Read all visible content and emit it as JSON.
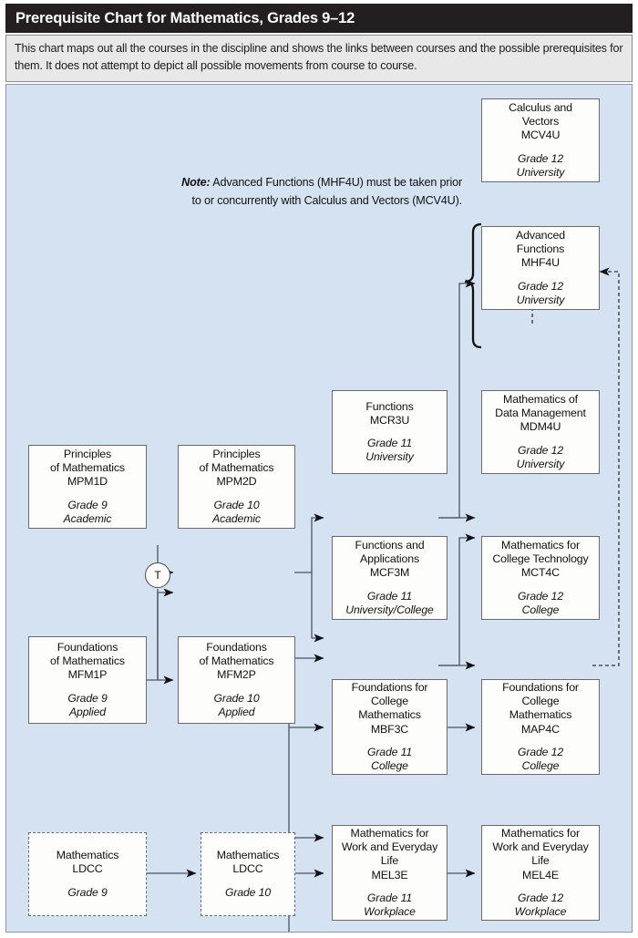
{
  "header": {
    "title": "Prerequisite Chart for Mathematics, Grades 9–12",
    "description": "This chart maps out all the courses in the discipline and shows the links between courses and the possible prerequisites for them. It does not attempt to depict all possible movements from course to course."
  },
  "note": {
    "label": "Note:",
    "text": " Advanced Functions (MHF4U) must be taken prior to or concurrently with Calculus and Vectors (MCV4U)."
  },
  "transfer_node": {
    "label": "T"
  },
  "colors": {
    "canvas_background": "#d4e2f2",
    "title_background": "#231f20",
    "title_text": "#ffffff",
    "intro_background": "#e8e8e8",
    "box_fill": "#fdfdfb",
    "box_border": "#6a6a6a",
    "wire": "#4a5560"
  },
  "courses": [
    {
      "id": "MCV4U",
      "name": "Calculus and\nVectors\nMCV4U",
      "grade": "Grade 12",
      "stream": "University",
      "style": "solid"
    },
    {
      "id": "MHF4U",
      "name": "Advanced\nFunctions\nMHF4U",
      "grade": "Grade 12",
      "stream": "University",
      "style": "solid"
    },
    {
      "id": "MCR3U",
      "name": "Functions\nMCR3U",
      "grade": "Grade 11",
      "stream": "University",
      "style": "solid"
    },
    {
      "id": "MDM4U",
      "name": "Mathematics of\nData Management\nMDM4U",
      "grade": "Grade 12",
      "stream": "University",
      "style": "solid"
    },
    {
      "id": "MPM1D",
      "name": "Principles\nof Mathematics\nMPM1D",
      "grade": "Grade 9",
      "stream": "Academic",
      "style": "solid"
    },
    {
      "id": "MPM2D",
      "name": "Principles\nof Mathematics\nMPM2D",
      "grade": "Grade 10",
      "stream": "Academic",
      "style": "solid"
    },
    {
      "id": "MCF3M",
      "name": "Functions and\nApplications\nMCF3M",
      "grade": "Grade 11",
      "stream": "University/College",
      "style": "solid"
    },
    {
      "id": "MCT4C",
      "name": "Mathematics for\nCollege Technology\nMCT4C",
      "grade": "Grade 12",
      "stream": "College",
      "style": "solid"
    },
    {
      "id": "MFM1P",
      "name": "Foundations\nof Mathematics\nMFM1P",
      "grade": "Grade 9",
      "stream": "Applied",
      "style": "solid"
    },
    {
      "id": "MFM2P",
      "name": "Foundations\nof Mathematics\nMFM2P",
      "grade": "Grade 10",
      "stream": "Applied",
      "style": "solid"
    },
    {
      "id": "MBF3C",
      "name": "Foundations for\nCollege\nMathematics\nMBF3C",
      "grade": "Grade 11",
      "stream": "College",
      "style": "solid"
    },
    {
      "id": "MAP4C",
      "name": "Foundations for\nCollege\nMathematics\nMAP4C",
      "grade": "Grade 12",
      "stream": "College",
      "style": "solid"
    },
    {
      "id": "LDCC9",
      "name": "Mathematics\nLDCC",
      "grade": "Grade 9",
      "stream": "",
      "style": "dashed"
    },
    {
      "id": "LDCC10",
      "name": "Mathematics\nLDCC",
      "grade": "Grade 10",
      "stream": "",
      "style": "dashed"
    },
    {
      "id": "MEL3E",
      "name": "Mathematics for\nWork and Everyday\nLife\nMEL3E",
      "grade": "Grade 11",
      "stream": "Workplace",
      "style": "solid"
    },
    {
      "id": "MEL4E",
      "name": "Mathematics for\nWork and Everyday\nLife\nMEL4E",
      "grade": "Grade 12",
      "stream": "Workplace",
      "style": "solid"
    }
  ],
  "links": [
    {
      "from": "MHF4U",
      "to": "MCV4U",
      "style": "dashed"
    },
    {
      "from": "MCR3U",
      "to": "MHF4U",
      "style": "solid"
    },
    {
      "from": "MCR3U",
      "to": "MDM4U",
      "style": "solid"
    },
    {
      "from": "MCF3M",
      "to": "MDM4U",
      "style": "solid"
    },
    {
      "from": "MCF3M",
      "to": "MCT4C",
      "style": "solid"
    },
    {
      "from": "MCT4C",
      "to": "MHF4U",
      "style": "dashed"
    },
    {
      "from": "MPM1D",
      "to": "MPM2D",
      "style": "solid"
    },
    {
      "from": "MPM2D",
      "to": "MCR3U",
      "style": "solid"
    },
    {
      "from": "MPM2D",
      "to": "MCF3M",
      "style": "solid"
    },
    {
      "from": "MFM1P",
      "to": "MFM2P",
      "style": "solid"
    },
    {
      "from": "MFM2P",
      "to": "MPM2D",
      "style": "solid"
    },
    {
      "from": "MFM2P",
      "to": "MCF3M",
      "style": "solid"
    },
    {
      "from": "MFM2P",
      "to": "MBF3C",
      "style": "solid"
    },
    {
      "from": "MFM2P",
      "to": "MEL3E",
      "style": "solid"
    },
    {
      "from": "MBF3C",
      "to": "MAP4C",
      "style": "solid"
    },
    {
      "from": "LDCC9",
      "to": "LDCC10",
      "style": "solid"
    },
    {
      "from": "LDCC10",
      "to": "MEL3E",
      "style": "solid"
    },
    {
      "from": "MEL3E",
      "to": "MEL4E",
      "style": "solid"
    }
  ]
}
